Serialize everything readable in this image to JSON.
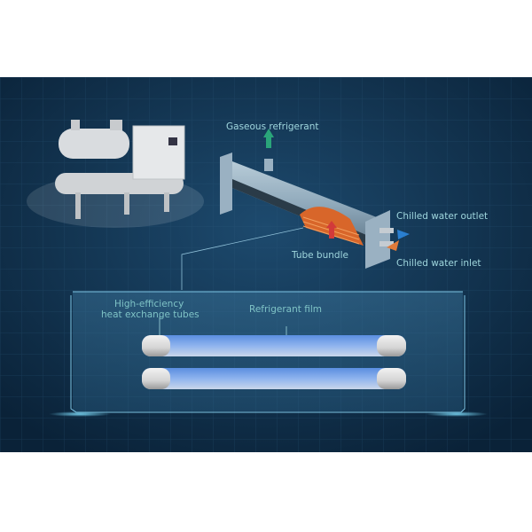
{
  "labels": {
    "gaseous_refrigerant": "Gaseous refrigerant",
    "chilled_water_outlet": "Chilled water outlet",
    "chilled_water_inlet": "Chilled water inlet",
    "tube_bundle": "Tube bundle",
    "high_efficiency_line1": "High-efficiency",
    "high_efficiency_line2": "heat exchange tubes",
    "refrigerant_film": "Refrigerant film"
  },
  "colors": {
    "background": "#0d2a45",
    "label": "#9fd6dd",
    "gas_arrow": "#2aa57a",
    "outlet_arrow": "#2a7fd0",
    "inlet_arrow": "#e07a3a",
    "tube_film": "#6f9fe0",
    "tube_bundle": "#d8662a"
  }
}
